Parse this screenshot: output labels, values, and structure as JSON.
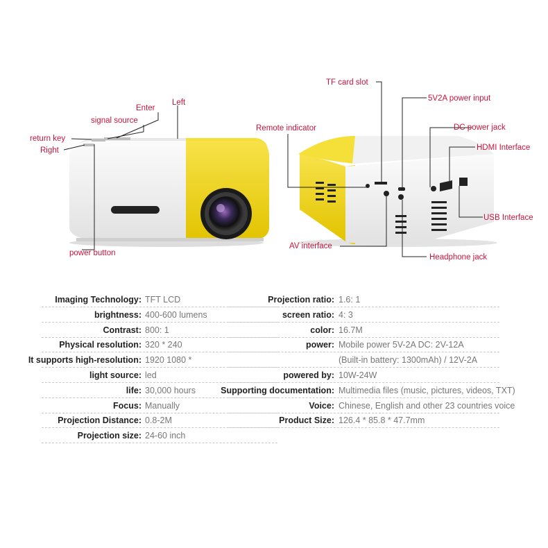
{
  "callouts": {
    "enter": "Enter",
    "left": "Left",
    "signal_source": "signal source",
    "return_key": "return key",
    "right": "Right",
    "power_button": "power button",
    "tf_card_slot": "TF card slot",
    "power_input": "5V2A power input",
    "remote_indicator": "Remote indicator",
    "dc_power_jack": "DC power jack",
    "hdmi_interface": "HDMI Interface",
    "usb_interface": "USB Interface",
    "av_interface": "AV interface",
    "headphone_jack": "Headphone jack"
  },
  "specs_left": [
    {
      "key": "Imaging Technology:",
      "value": "TFT LCD"
    },
    {
      "key": "brightness:",
      "value": "400-600 lumens"
    },
    {
      "key": "Contrast:",
      "value": "800: 1"
    },
    {
      "key": "Physical resolution:",
      "value": "320 * 240"
    },
    {
      "key": "It supports high-resolution:",
      "value": "1920 1080 *"
    },
    {
      "key": "light source:",
      "value": "led"
    },
    {
      "key": "life:",
      "value": "30,000 hours"
    },
    {
      "key": "Focus:",
      "value": "Manually"
    },
    {
      "key": "Projection Distance:",
      "value": "0.8-2M"
    },
    {
      "key": "Projection size:",
      "value": "24-60 inch"
    }
  ],
  "specs_right": [
    {
      "key": "Projection ratio:",
      "value": "1.6: 1"
    },
    {
      "key": "screen ratio:",
      "value": "4: 3"
    },
    {
      "key": "color:",
      "value": "16.7M"
    },
    {
      "key": "power:",
      "value": "Mobile power 5V-2A DC: 2V-12A"
    },
    {
      "key": "",
      "value": "(Built-in battery: 1300mAh) / 12V-2A"
    },
    {
      "key": "powered by:",
      "value": "10W-24W"
    },
    {
      "key": "Supporting documentation:",
      "value": "Multimedia files (music, pictures, videos, TXT)"
    },
    {
      "key": "Voice:",
      "value": "Chinese, English and other 23 countries voice"
    },
    {
      "key": "Product Size:",
      "value": "126.4 * 85.8 * 47.7mm"
    }
  ],
  "colors": {
    "callout_text": "#c8143c",
    "body_white": "#f4f4f4",
    "body_yellow": "#f2d500",
    "spec_key": "#222222",
    "spec_value": "#777777"
  }
}
